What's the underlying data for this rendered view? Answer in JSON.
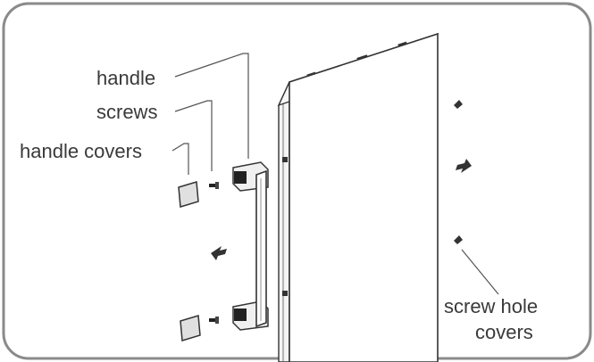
{
  "labels": {
    "handle": "handle",
    "screws": "screws",
    "handle_covers": "handle covers",
    "screw_hole_line1": "screw hole",
    "screw_hole_line2": "covers"
  },
  "colors": {
    "frame": "#8a8a8a",
    "line": "#333333",
    "text": "#3a3a3a"
  }
}
